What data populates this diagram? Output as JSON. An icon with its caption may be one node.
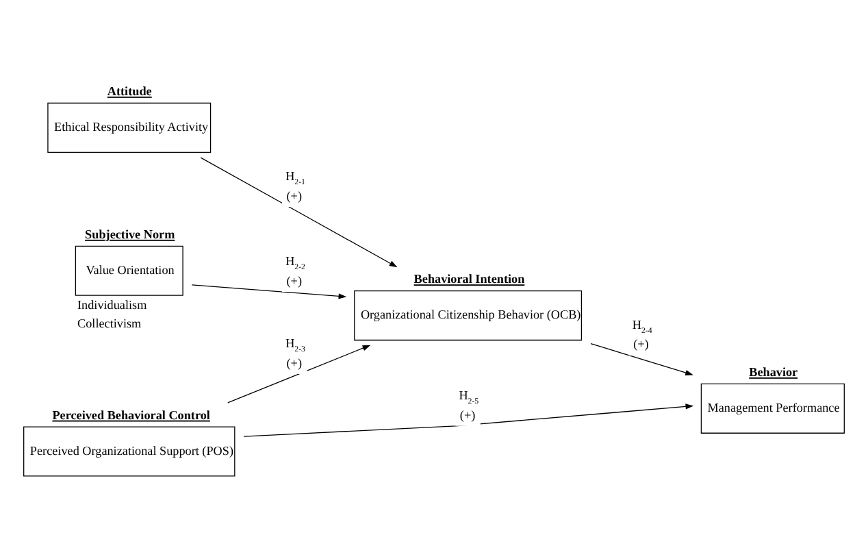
{
  "diagram": {
    "nodes": [
      {
        "text": [
          "Attitude",
          "Ethical Responsibility Activity"
        ]
      },
      {
        "text": [
          "Subjective Norm",
          "Value Orientation"
        ],
        "beside": [
          "Individualism",
          "Collectivism"
        ]
      },
      {
        "text": [
          "Perceived Behavioral Control",
          "Perceived Organizational Support (POS)"
        ]
      },
      {
        "text": [
          "Behavioral Intention",
          "Organizational Citizenship Behavior (OCB)"
        ]
      },
      {
        "text": [
          "Behavior",
          "Management Performance"
        ]
      }
    ],
    "edges": [
      {
        "from": 0,
        "to": 3,
        "arrow": "to",
        "label": "H$_{2-1}$ (+)"
      },
      {
        "from": 1,
        "to": 3,
        "arrow": "to",
        "label": "H$_{2-2}$ (+)"
      },
      {
        "from": 2,
        "to": 3,
        "arrow": "to",
        "label": "H$_{2-3}$ (+)"
      },
      {
        "from": 3,
        "to": 4,
        "arrow": "to",
        "label": "H$_{2-4}$ (+)"
      },
      {
        "from": 2,
        "to": 4,
        "arrow": "to",
        "label": "H$_{2-5}$ (+)"
      }
    ]
  }
}
